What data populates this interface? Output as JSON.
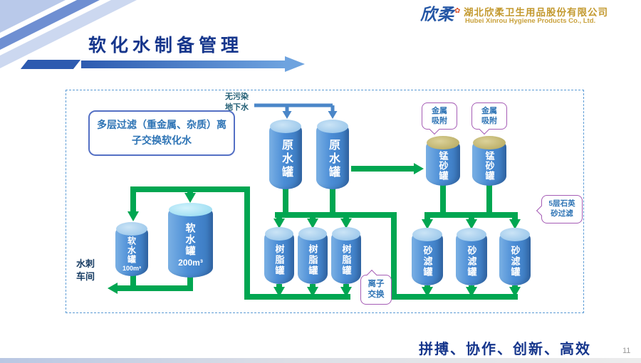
{
  "header": {
    "logo_text": "欣柔",
    "logo_mark": "✿",
    "company_cn": "湖北欣柔卫生用品股份有限公司",
    "company_en": "Hubei Xinrou Hygiene Products Co., Ltd."
  },
  "title": "软化水制备管理",
  "diagram": {
    "note": "多层过滤（重金属、杂质）离子交换软化水",
    "source": "无污染地下水",
    "workshop": "水刺车间",
    "bubbles": {
      "metal_adsorption": "金属吸附",
      "quartz_filter": "5层石英砂过滤",
      "ion_exchange": "离子交换"
    },
    "tanks": {
      "raw": "原水罐",
      "manganese": "锰砂罐",
      "resin": "树脂罐",
      "sand": "砂滤罐",
      "soft": "软水罐",
      "soft_small_capacity": "100m³",
      "soft_big_capacity": "200m³"
    }
  },
  "footer": {
    "slogan": "拼搏、协作、创新、高效",
    "page_number": "11"
  },
  "colors": {
    "flow_green": "#00a651",
    "inlet_blue": "#4a86c8",
    "title_blue": "#16368c",
    "tank_blue": "#4b8dd6",
    "company_gold": "#c3992e"
  }
}
